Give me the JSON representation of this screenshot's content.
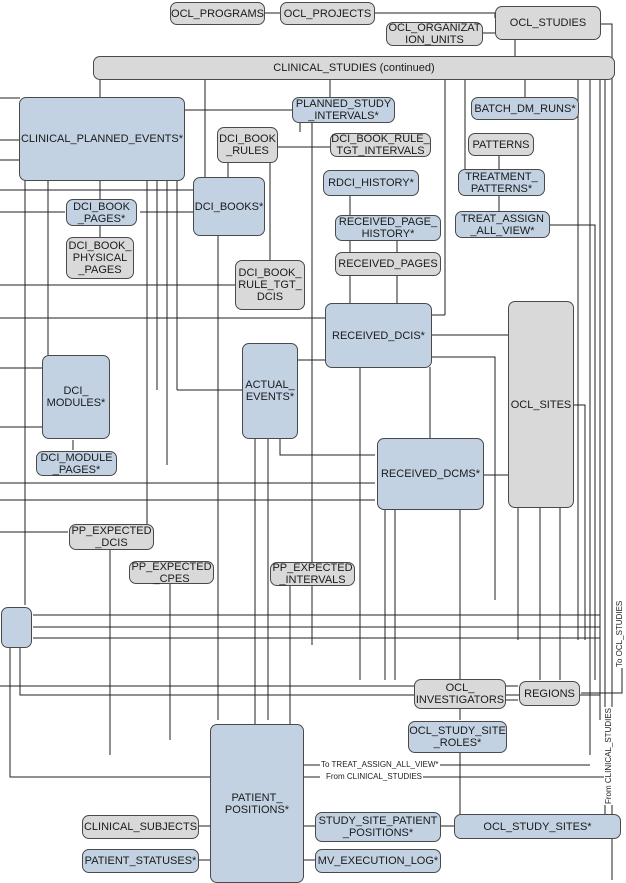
{
  "diagram": {
    "type": "entity-relationship",
    "colors": {
      "detail_entity": "#c2d2e3",
      "reference_entity": "#d9d9d9",
      "border": "#4a4a4a",
      "line": "#222222"
    },
    "entities": {
      "ocl_programs": "OCL_PROGRAMS",
      "ocl_projects": "OCL_PROJECTS",
      "ocl_organization_units": "OCL_ORGANIZAT\nION_UNITS",
      "ocl_studies": "OCL_STUDIES",
      "clinical_studies": "CLINICAL_STUDIES (continued)",
      "clinical_planned_events": "CLINICAL_PLANNED_EVENTS*",
      "planned_study_intervals": "PLANNED_STUDY\n_INTERVALS*",
      "batch_dm_runs": "BATCH_DM_RUNS*",
      "dci_book_rules": "DCI_BOOK\n_RULES",
      "dci_book_rule_tgt_intervals": "DCI_BOOK_RULE_\nTGT_INTERVALS",
      "patterns": "PATTERNS",
      "rdci_history": "RDCI_HISTORY*",
      "treatment_patterns": "TREATMENT_\nPATTERNS*",
      "dci_book_pages": "DCI_BOOK\n_PAGES*",
      "dci_books": "DCI_BOOKS*",
      "treat_assign_all_view": "TREAT_ASSIGN\n_ALL_VIEW*",
      "dci_book_physical_pages": "DCI_BOOK_\nPHYSICAL\n_PAGES",
      "received_page_history": "RECEIVED_PAGE_\nHISTORY*",
      "received_pages": "RECEIVED_PAGES",
      "dci_book_rule_tgt_dcis": "DCI_BOOK_\nRULE_TGT_\nDCIS",
      "received_dcis": "RECEIVED_DCIS*",
      "ocl_sites": "OCL_SITES",
      "dci_modules": "DCI_\nMODULES*",
      "actual_events": "ACTUAL_\nEVENTS*",
      "dci_module_pages": "DCI_MODULE\n_PAGES*",
      "received_dcms": "RECEIVED_DCMS*",
      "pp_expected_dcis": "PP_EXPECTED\n_DCIS",
      "pp_expected_cpes": "PP_EXPECTED\n_CPES",
      "pp_expected_intervals": "PP_EXPECTED\n_INTERVALS",
      "unlabeled_entity": "",
      "ocl_investigators": "OCL_\nINVESTIGATORS",
      "regions": "REGIONS",
      "ocl_study_site_roles": "OCL_STUDY_SITE\n_ROLES*",
      "patient_positions": "PATIENT_\nPOSITIONS*",
      "study_site_patient_positions": "STUDY_SITE_PATIENT\n_POSITIONS*",
      "ocl_study_sites": "OCL_STUDY_SITES*",
      "clinical_subjects": "CLINICAL_SUBJECTS",
      "patient_statuses": "PATIENT_STATUSES*",
      "mv_execution_log": "MV_EXECUTION_LOG*"
    },
    "notes": {
      "to_treat_assign": "To TREAT_ASSIGN_ALL_VIEW*",
      "from_clinical_studies_h": "From CLINICAL_STUDIES",
      "from_clinical_studies_v": "From CLINICAL_STUDIES",
      "to_ocl_studies": "To OCL_STUDIES"
    }
  }
}
